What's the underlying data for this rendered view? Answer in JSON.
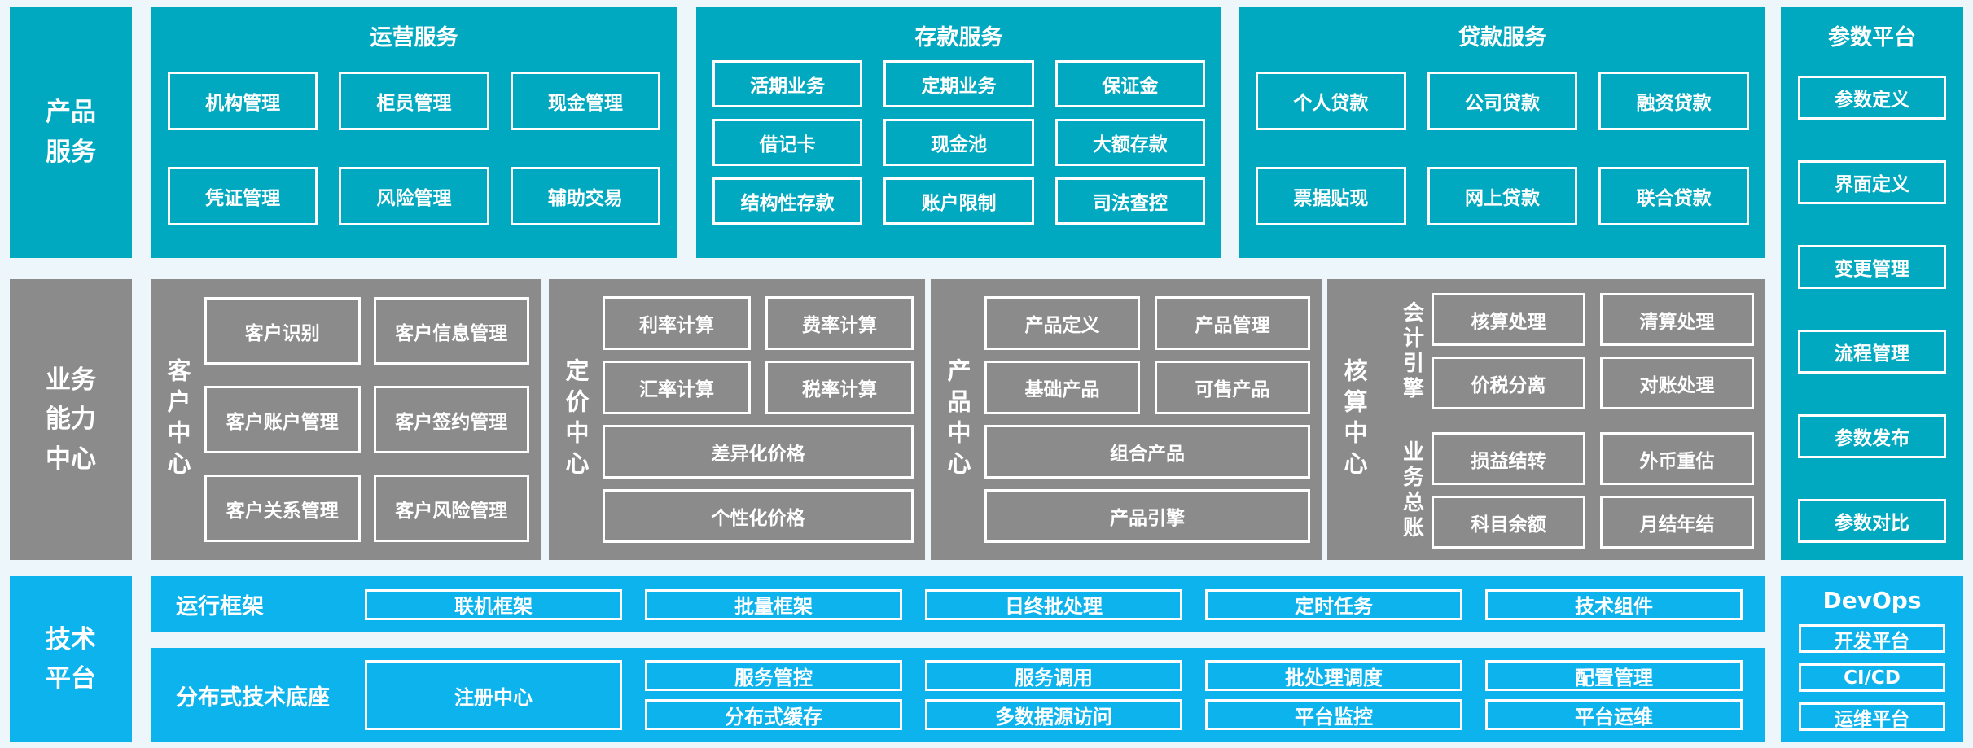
{
  "colors": {
    "panel_teal": "#00A9BF",
    "panel_blue": "#0CB3EC",
    "panel_gray": "#8B8B8B",
    "page_background": "#EDF6FA",
    "box_border": "#FFFFFF",
    "text": "#FFFFFF"
  },
  "product_services": {
    "sidebar": "产品服务",
    "operations": {
      "title": "运营服务",
      "rows": [
        [
          "机构管理",
          "柜员管理",
          "现金管理"
        ],
        [
          "凭证管理",
          "风险管理",
          "辅助交易"
        ]
      ]
    },
    "deposits": {
      "title": "存款服务",
      "rows": [
        [
          "活期业务",
          "定期业务",
          "保证金"
        ],
        [
          "借记卡",
          "现金池",
          "大额存款"
        ],
        [
          "结构性存款",
          "账户限制",
          "司法查控"
        ]
      ]
    },
    "loans": {
      "title": "贷款服务",
      "rows": [
        [
          "个人贷款",
          "公司贷款",
          "融资贷款"
        ],
        [
          "票据贴现",
          "网上贷款",
          "联合贷款"
        ]
      ]
    }
  },
  "parameter_platform": {
    "title": "参数平台",
    "items": [
      "参数定义",
      "界面定义",
      "变更管理",
      "流程管理",
      "参数发布",
      "参数对比"
    ]
  },
  "business_capability": {
    "sidebar": "业务能力中心",
    "customer_center": {
      "label": "客户中心",
      "rows": [
        [
          "客户识别",
          "客户信息管理"
        ],
        [
          "客户账户管理",
          "客户签约管理"
        ],
        [
          "客户关系管理",
          "客户风险管理"
        ]
      ]
    },
    "pricing_center": {
      "label": "定价中心",
      "rows": [
        [
          "利率计算",
          "费率计算"
        ],
        [
          "汇率计算",
          "税率计算"
        ]
      ],
      "wide": [
        "差异化价格",
        "个性化价格"
      ]
    },
    "product_center": {
      "label": "产品中心",
      "rows": [
        [
          "产品定义",
          "产品管理"
        ],
        [
          "基础产品",
          "可售产品"
        ]
      ],
      "wide": [
        "组合产品",
        "产品引擎"
      ]
    },
    "accounting_center": {
      "label": "核算中心",
      "groups": [
        {
          "label": "会计引擎",
          "rows": [
            [
              "核算处理",
              "清算处理"
            ],
            [
              "价税分离",
              "对账处理"
            ]
          ]
        },
        {
          "label": "业务总账",
          "rows": [
            [
              "损益结转",
              "外币重估"
            ],
            [
              "科目余额",
              "月结年结"
            ]
          ]
        }
      ]
    }
  },
  "technology_platform": {
    "sidebar": "技术平台",
    "runtime": {
      "label": "运行框架",
      "items": [
        "联机框架",
        "批量框架",
        "日终批处理",
        "定时任务",
        "技术组件"
      ]
    },
    "distributed_base": {
      "label": "分布式技术底座",
      "registry": "注册中心",
      "grid": [
        [
          "服务管控",
          "分布式缓存"
        ],
        [
          "服务调用",
          "多数据源访问"
        ],
        [
          "批处理调度",
          "平台监控"
        ],
        [
          "配置管理",
          "平台运维"
        ]
      ]
    },
    "devops": {
      "title": "DevOps",
      "items": [
        "开发平台",
        "CI/CD",
        "运维平台"
      ]
    }
  }
}
